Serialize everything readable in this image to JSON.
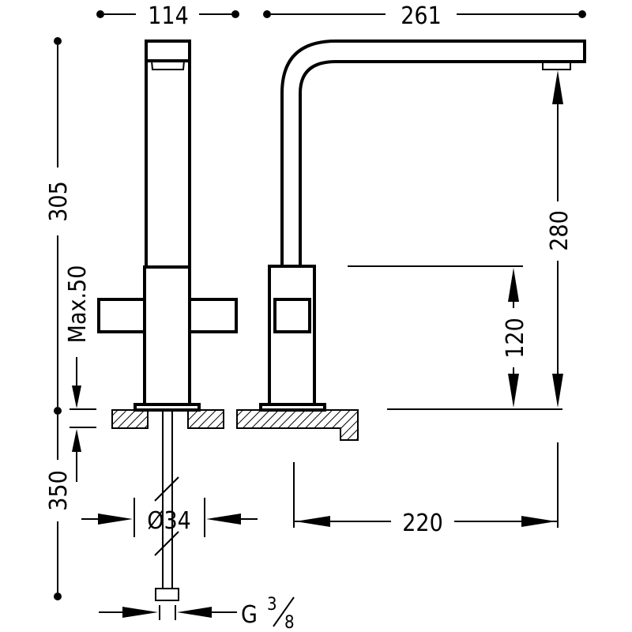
{
  "drawing": {
    "title": "Faucet dimension drawing",
    "dimensions": {
      "front_width": "114",
      "spout_reach": "261",
      "total_height": "305",
      "max_counter_thickness": "Max.50",
      "under_counter_length": "350",
      "spout_height": "280",
      "handle_height": "120",
      "hole_diameter": "Ø34",
      "wall_distance": "220",
      "connection_thread": "G",
      "thread_numerator": "3",
      "thread_denominator": "8"
    },
    "line_color": "#000000",
    "background_color": "#ffffff"
  }
}
